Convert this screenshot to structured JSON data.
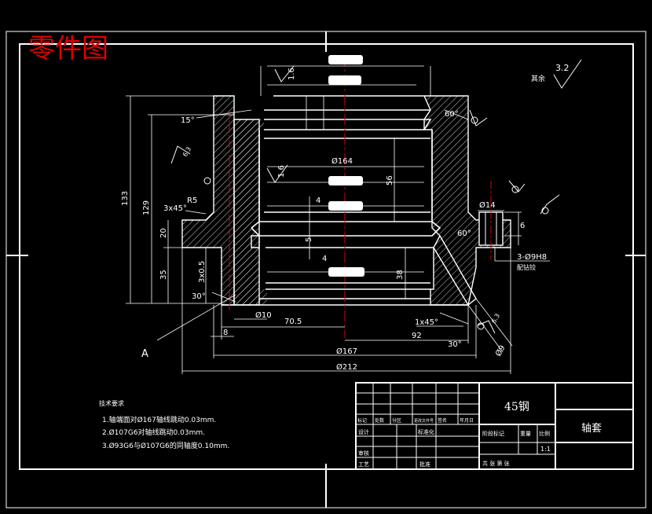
{
  "header": {
    "title": "零件图"
  },
  "roughness_note": {
    "prefix": "其余",
    "value": "3.2"
  },
  "dims": {
    "d164": "Ø164",
    "d167": "Ø167",
    "d212": "Ø212",
    "d14": "Ø14",
    "d10": "Ø10",
    "d9": "Ø9",
    "h133": "133",
    "h129": "129",
    "h20": "20",
    "h35": "35",
    "h56": "56",
    "h38": "38",
    "l70_5": "70.5",
    "l92": "92",
    "l8": "8",
    "l6": "6",
    "l16a": "1.6",
    "l16b": "1.6",
    "c3x45": "3x45°",
    "c3x05": "3x0.5",
    "c1x45": "1x45°",
    "r5": "R5",
    "a15": "15°",
    "a30a": "30°",
    "a30b": "30°",
    "a60a": "60°",
    "a60b": "60°",
    "holes": "3-Ø9H8",
    "holes_sub": "配钻铰",
    "r63": "6.3",
    "r63b": "6.3",
    "four": "4",
    "five": "5"
  },
  "view_label": "A",
  "tech_req": {
    "title": "技术要求",
    "items": [
      "1.轴端面对Ø167轴线跳动0.03mm.",
      "2.Ø107G6对轴线跳动0.03mm.",
      "3.Ø93G6与Ø107G6的同轴度0.10mm."
    ]
  },
  "title_block": {
    "material": "45钢",
    "part_name": "轴套",
    "row_labels": [
      "标记",
      "处数",
      "分区",
      "更改文件号",
      "签名",
      "年月日"
    ],
    "design": "设计",
    "standardize": "标准化",
    "check": "审核",
    "process": "工艺",
    "approve": "批准",
    "stage_label": "阶段标记",
    "weight_label": "重量",
    "scale_label": "比例",
    "scale": "1:1",
    "sheets": "共  张  第  张"
  }
}
